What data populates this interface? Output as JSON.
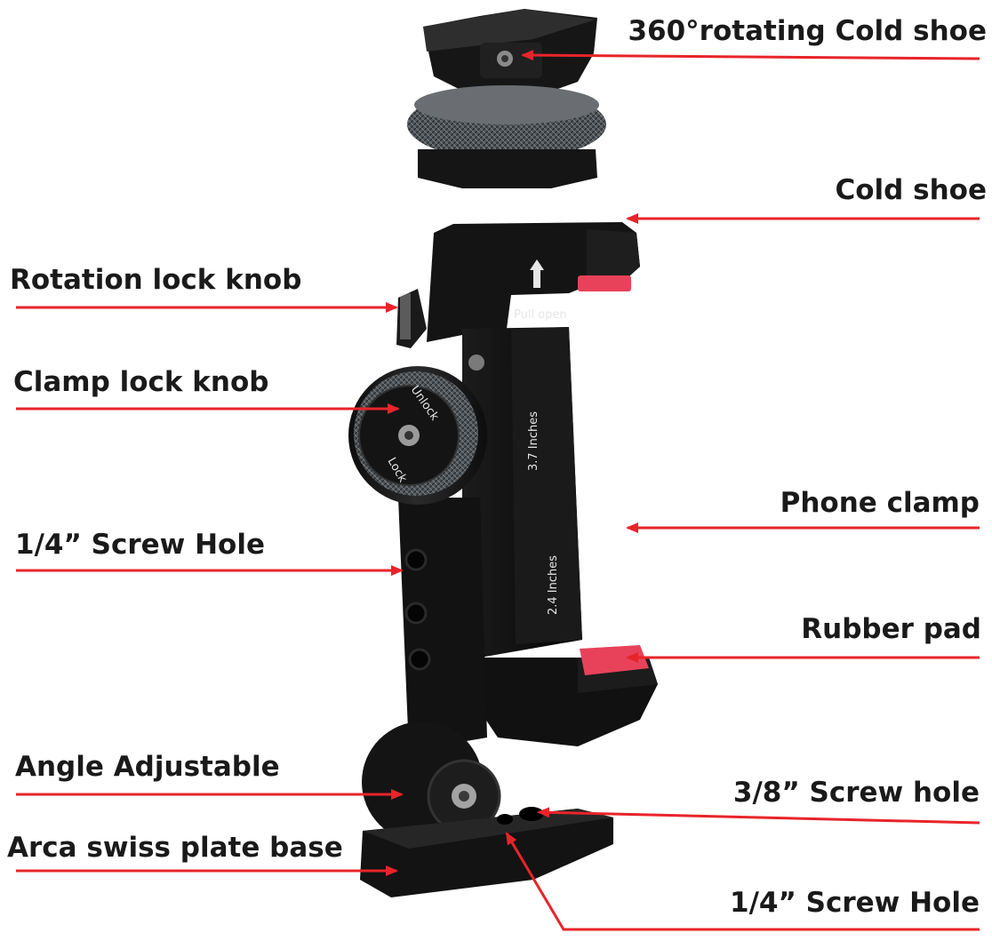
{
  "colors": {
    "arrow": "#e8242a",
    "body": "#121212",
    "rubber": "#e8425a",
    "knurl": "#4a4e52"
  },
  "labels": {
    "cold_shoe_360": "360°rotating Cold shoe",
    "cold_shoe": "Cold shoe",
    "rotation_lock_knob": "Rotation lock knob",
    "clamp_lock_knob": "Clamp lock knob",
    "phone_clamp": "Phone clamp",
    "screw_hole_quarter_left": "1/4”  Screw Hole",
    "rubber_pad": "Rubber pad",
    "angle_adjustable": "Angle Adjustable",
    "screw_hole_three_eighths": "3/8”  Screw hole",
    "arca_base": "Arca swiss plate base",
    "screw_hole_quarter_bottom": "1/4”  Screw Hole"
  },
  "product_print": {
    "pull_open": "Pull open",
    "size_max": "3.7 Inches",
    "size_min": "2.4 Inches",
    "unlock": "Unlock",
    "lock": "Lock"
  }
}
